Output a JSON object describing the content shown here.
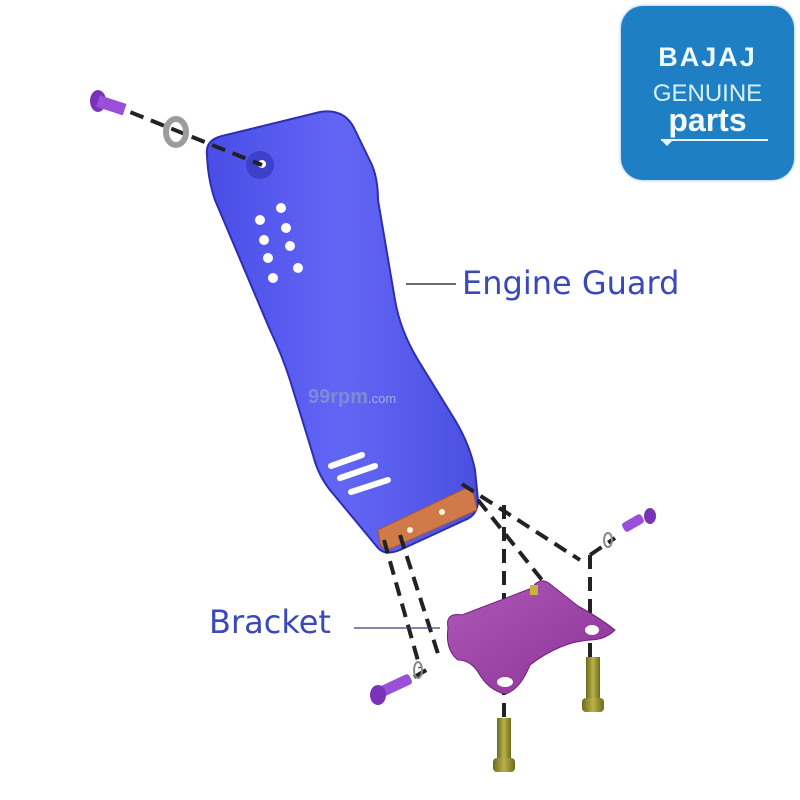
{
  "logo": {
    "brand": "BAJAJ",
    "line2": "GENUINE",
    "line3": "parts",
    "background": "#1f7fc4"
  },
  "labels": {
    "engine_guard": "Engine Guard",
    "bracket": "Bracket",
    "color": "#3a49b8"
  },
  "watermark": {
    "main": "99rpm",
    "suffix": ".com"
  },
  "parts": [
    {
      "name": "Engine Guard",
      "color": "#5a5cf0"
    },
    {
      "name": "Bracket",
      "color": "#9b3fa6"
    },
    {
      "name": "Mounting plate",
      "color": "#d07a4a"
    },
    {
      "name": "Purple bolts",
      "color": "#8a3fd0",
      "count": 3
    },
    {
      "name": "Washers",
      "color": "#9a9a9a",
      "count": 3
    },
    {
      "name": "Gold bolts",
      "color": "#8f8a2c",
      "count": 2
    }
  ]
}
